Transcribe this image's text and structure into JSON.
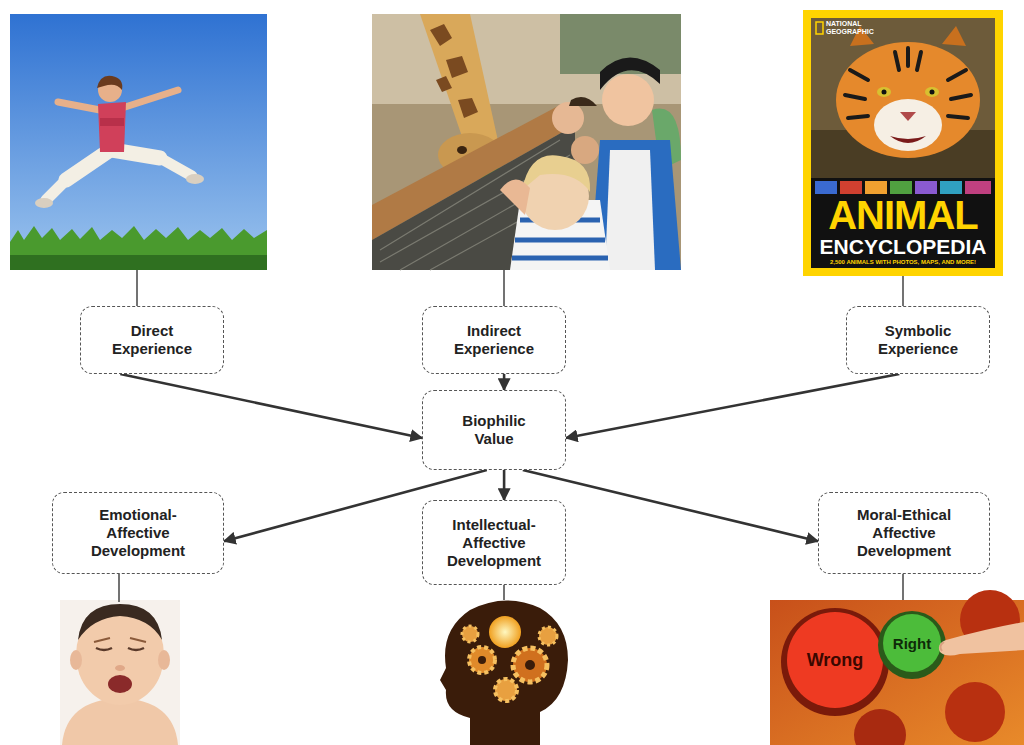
{
  "diagram": {
    "nodes": [
      {
        "text": [
          "Direct Experience"
        ]
      },
      {
        "text": [
          "Indirect Experience"
        ]
      },
      {
        "text": [
          "Symbolic Experience"
        ]
      },
      {
        "text": [
          "Biophilic Value"
        ]
      },
      {
        "text": [
          "Emotional-Affective Development"
        ]
      },
      {
        "text": [
          "Intellectual-Affective Development"
        ]
      },
      {
        "text": [
          "Moral-Ethical Affective Development"
        ]
      }
    ],
    "edges": [
      {
        "from": 0,
        "to": 3,
        "arrow": "to"
      },
      {
        "from": 1,
        "to": 3,
        "arrow": "to"
      },
      {
        "from": 2,
        "to": 3,
        "arrow": "to"
      },
      {
        "from": 3,
        "to": 4,
        "arrow": "to"
      },
      {
        "from": 3,
        "to": 5,
        "arrow": "to"
      },
      {
        "from": 3,
        "to": 6,
        "arrow": "to"
      }
    ],
    "labels": [
      "NATIONAL GEOGRAPHIC",
      "ANIMAL",
      "ENCYCLOPEDIA",
      "2,500 ANIMALS WITH PHOTOS, MAPS, AND MORE!",
      "Wrong",
      "Right"
    ]
  }
}
